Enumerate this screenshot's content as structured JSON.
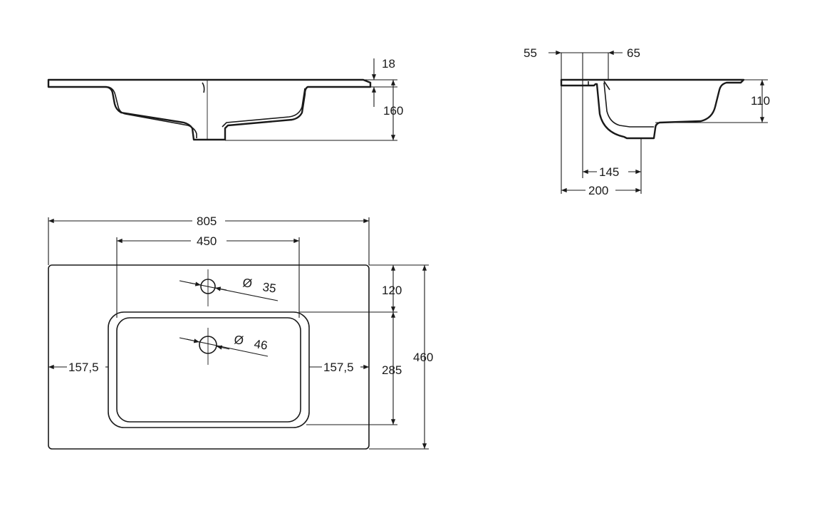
{
  "drawing": {
    "front_section": {
      "dim_rim_thickness": "18",
      "dim_height": "160"
    },
    "side_section": {
      "dim_left_offset": "55",
      "dim_right_offset": "65",
      "dim_depth": "110",
      "dim_drain_offset": "145",
      "dim_overall": "200"
    },
    "top_view": {
      "dim_total_width": "805",
      "dim_bowl_width": "450",
      "dim_tap_hole": "35",
      "dim_drain_hole": "46",
      "diameter_symbol": "Ø",
      "dim_rim_to_bowl": "120",
      "dim_bowl_depth": "285",
      "dim_total_depth": "460",
      "dim_left_margin": "157,5",
      "dim_right_margin": "157,5"
    }
  }
}
